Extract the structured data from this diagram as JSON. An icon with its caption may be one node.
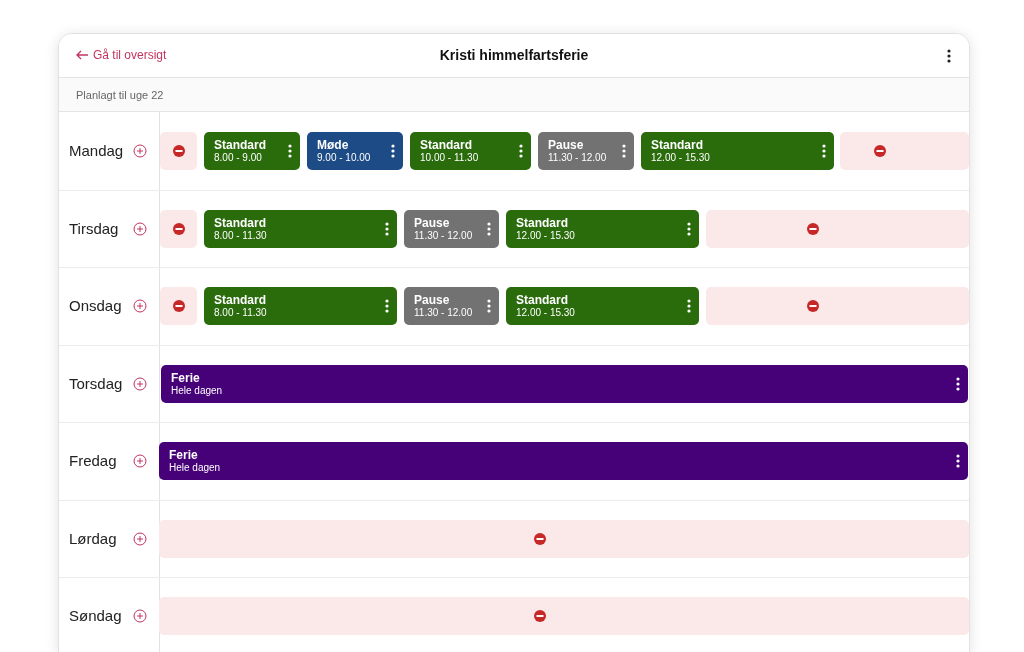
{
  "diagram": {
    "title": "Kristi himmelfartsferie",
    "nodes": [
      {
        "text": [],
        "shape": "bar"
      },
      {
        "text": [
          "Standard",
          "8.00 - 9.00"
        ]
      },
      {
        "text": [
          "Møde",
          "9.00 - 10.00"
        ]
      },
      {
        "text": [
          "Standard",
          "10.00 - 11.30"
        ]
      },
      {
        "text": [
          "Pause",
          "11.30 - 12.00"
        ]
      },
      {
        "text": [
          "Standard",
          "12.00 - 15.30"
        ]
      },
      {
        "text": [],
        "shape": "bar"
      },
      {
        "text": [],
        "shape": "bar"
      },
      {
        "text": [
          "Standard",
          "8.00 - 11.30"
        ]
      },
      {
        "text": [
          "Pause",
          "11.30 - 12.00"
        ]
      },
      {
        "text": [
          "Standard",
          "12.00 - 15.30"
        ]
      },
      {
        "text": [],
        "shape": "bar"
      },
      {
        "text": [],
        "shape": "bar"
      },
      {
        "text": [
          "Standard",
          "8.00 - 11.30"
        ]
      },
      {
        "text": [
          "Pause",
          "11.30 - 12.00"
        ]
      },
      {
        "text": [
          "Standard",
          "12.00 - 15.30"
        ]
      },
      {
        "text": [],
        "shape": "bar"
      },
      {
        "text": [
          "Ferie",
          "Hele dagen"
        ]
      },
      {
        "text": [
          "Ferie",
          "Hele dagen"
        ]
      },
      {
        "text": [],
        "shape": "bar"
      },
      {
        "text": [],
        "shape": "bar"
      }
    ],
    "edges": [],
    "labels": [
      "Gå til oversigt",
      "Planlagt til uge 22",
      "Mandag",
      "Tirsdag",
      "Onsdag",
      "Torsdag",
      "Fredag",
      "Lørdag",
      "Søndag"
    ]
  }
}
